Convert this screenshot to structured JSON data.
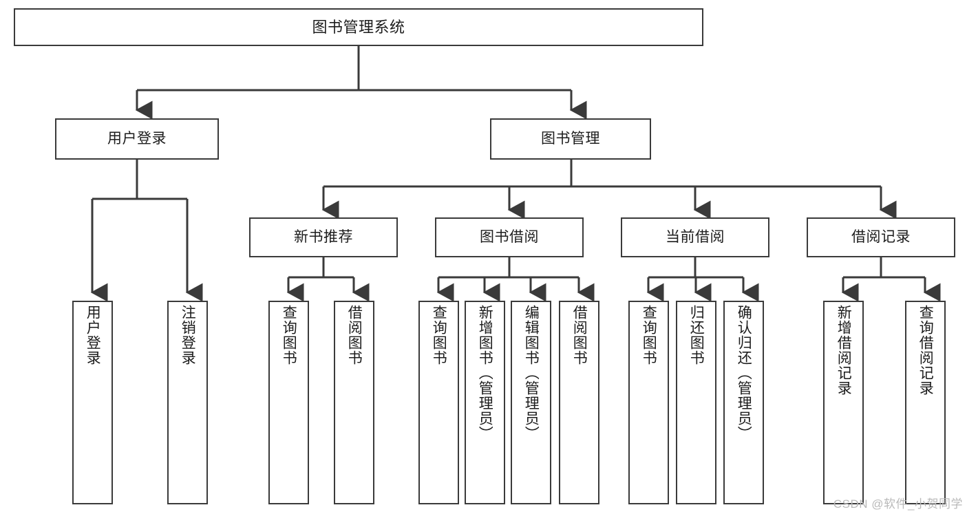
{
  "diagram": {
    "type": "tree",
    "title": "图书管理系统",
    "orientation": "top-down",
    "colors": {
      "stroke": "#3a3a3a",
      "fill": "#ffffff",
      "text": "#1c1c1c",
      "watermark": "#b9b9b9"
    },
    "watermark": "CSDN @软件_小贺同学"
  },
  "nodes": {
    "root": {
      "label": "图书管理系统",
      "level": 0
    },
    "level1": [
      {
        "id": "user-login",
        "label": "用户登录"
      },
      {
        "id": "book-manage",
        "label": "图书管理"
      }
    ],
    "level2": [
      {
        "id": "new-book-recommend",
        "label": "新书推荐",
        "parent": "book-manage"
      },
      {
        "id": "book-borrow",
        "label": "图书借阅",
        "parent": "book-manage"
      },
      {
        "id": "current-borrow",
        "label": "当前借阅",
        "parent": "book-manage"
      },
      {
        "id": "borrow-record",
        "label": "借阅记录",
        "parent": "book-manage"
      }
    ],
    "leaves": [
      {
        "id": "leaf-user-login",
        "label": "用户登录",
        "parent": "user-login"
      },
      {
        "id": "leaf-logout",
        "label": "注销登录",
        "parent": "user-login"
      },
      {
        "id": "leaf-query-book-1",
        "label": "查询图书",
        "parent": "new-book-recommend"
      },
      {
        "id": "leaf-borrow-book-1",
        "label": "借阅图书",
        "parent": "new-book-recommend"
      },
      {
        "id": "leaf-query-book-2",
        "label": "查询图书",
        "parent": "book-borrow"
      },
      {
        "id": "leaf-add-book",
        "label": "新增图书（管理员）",
        "parent": "book-borrow"
      },
      {
        "id": "leaf-edit-book",
        "label": "编辑图书（管理员）",
        "parent": "book-borrow"
      },
      {
        "id": "leaf-borrow-book-2",
        "label": "借阅图书",
        "parent": "book-borrow"
      },
      {
        "id": "leaf-query-book-3",
        "label": "查询图书",
        "parent": "current-borrow"
      },
      {
        "id": "leaf-return-book",
        "label": "归还图书",
        "parent": "current-borrow"
      },
      {
        "id": "leaf-confirm-return",
        "label": "确认归还（管理员）",
        "parent": "current-borrow"
      },
      {
        "id": "leaf-add-record",
        "label": "新增借阅记录",
        "parent": "borrow-record"
      },
      {
        "id": "leaf-query-record",
        "label": "查询借阅记录",
        "parent": "borrow-record"
      }
    ]
  }
}
